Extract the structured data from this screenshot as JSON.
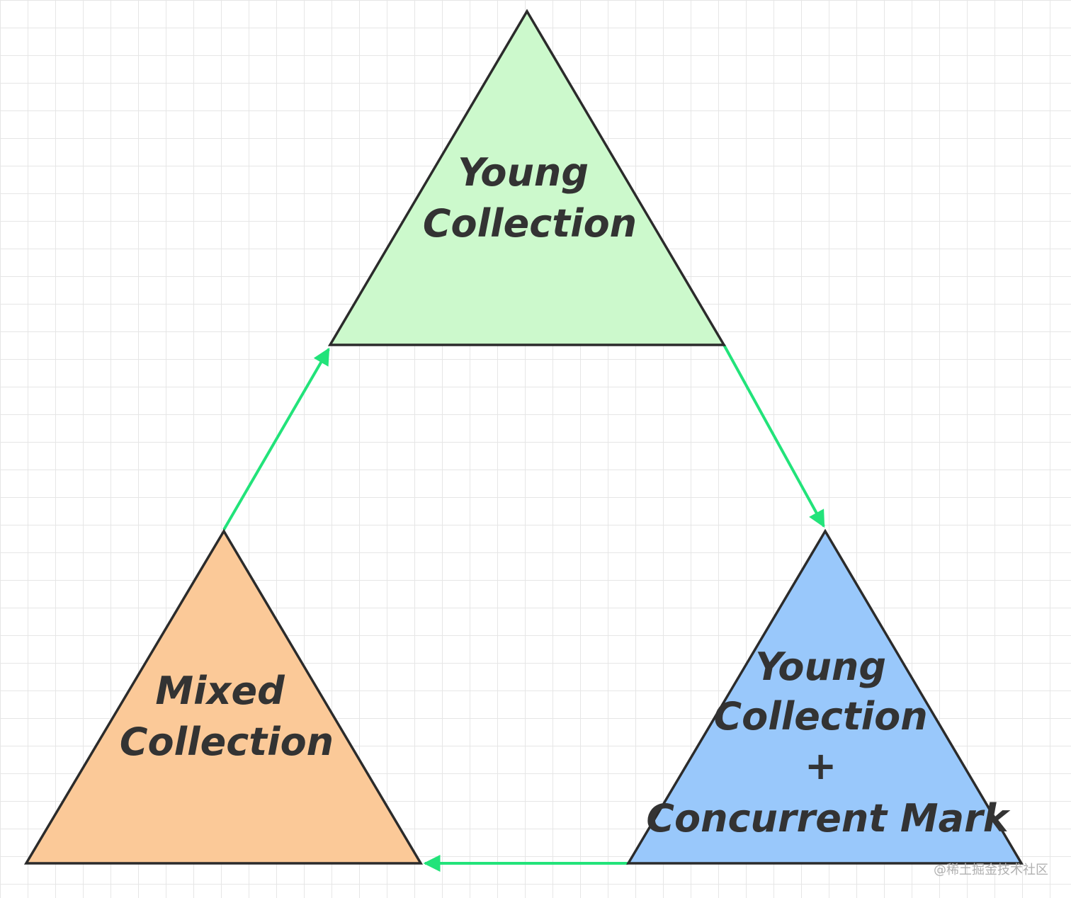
{
  "colors": {
    "young_fill": "#ccf9cc",
    "young_mark_fill": "#99c8fb",
    "mixed_fill": "#fbc998",
    "outline": "#2b2b2b",
    "arrow": "#22e37a",
    "grid": "#e6e6e6"
  },
  "nodes": {
    "young": {
      "lines": [
        "Young",
        "Collection"
      ]
    },
    "young_mark": {
      "lines": [
        "Young",
        "Collection",
        "+",
        "Concurrent Mark"
      ]
    },
    "mixed": {
      "lines": [
        "Mixed",
        "Collection"
      ]
    }
  },
  "edges": [
    {
      "from": "young",
      "to": "young_mark"
    },
    {
      "from": "young_mark",
      "to": "mixed"
    },
    {
      "from": "mixed",
      "to": "young"
    }
  ],
  "watermark": "@稀土掘金技术社区"
}
